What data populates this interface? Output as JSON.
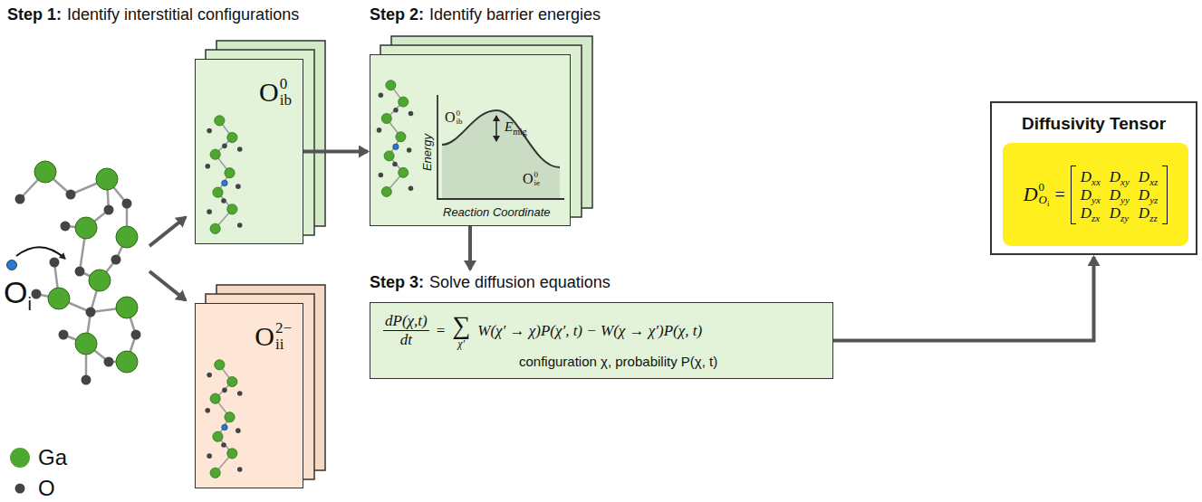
{
  "diagram": {
    "nodes": [
      {
        "text": [
          "O",
          "0",
          "ib"
        ]
      },
      {
        "text": [
          "O",
          "2−",
          "ii"
        ]
      },
      {
        "text": [
          "O",
          "0",
          "ib",
          "E",
          "mig",
          "O",
          "0",
          "ie",
          "Energy",
          "Reaction Coordinate"
        ]
      },
      {
        "text": [
          "Step 3:",
          "Solve diffusion equations",
          "dP(χ,t)",
          "dt",
          "=",
          "∑",
          "χ′",
          "W(χ′ → χ)P(χ′, t) − W(χ → χ′)P(χ, t)",
          "configuration χ, probability P(χ, t)"
        ]
      },
      {
        "text": [
          "Diffusivity Tensor"
        ]
      },
      {
        "text": [
          "D",
          "0",
          "O",
          "i",
          "=",
          "D",
          "xx",
          "D",
          "xy",
          "D",
          "xz",
          "D",
          "yx",
          "D",
          "yy",
          "D",
          "yz",
          "D",
          "zx",
          "D",
          "zy",
          "D",
          "zz"
        ],
        "in": 4
      }
    ],
    "edges": [
      {
        "from": 0,
        "to": 2,
        "arrow": "to"
      },
      {
        "from": 2,
        "to": 3,
        "arrow": "to"
      },
      {
        "from": 3,
        "to": 4,
        "arrow": "to"
      }
    ],
    "labels": [
      "Step 1:",
      "Identify interstitial configurations",
      "Step 2:",
      "Identify barrier energies",
      "O",
      "i"
    ],
    "legend": [
      {
        "text": "Ga",
        "color": "#4ea72e"
      },
      {
        "text": "O",
        "color": "#444444"
      }
    ]
  }
}
